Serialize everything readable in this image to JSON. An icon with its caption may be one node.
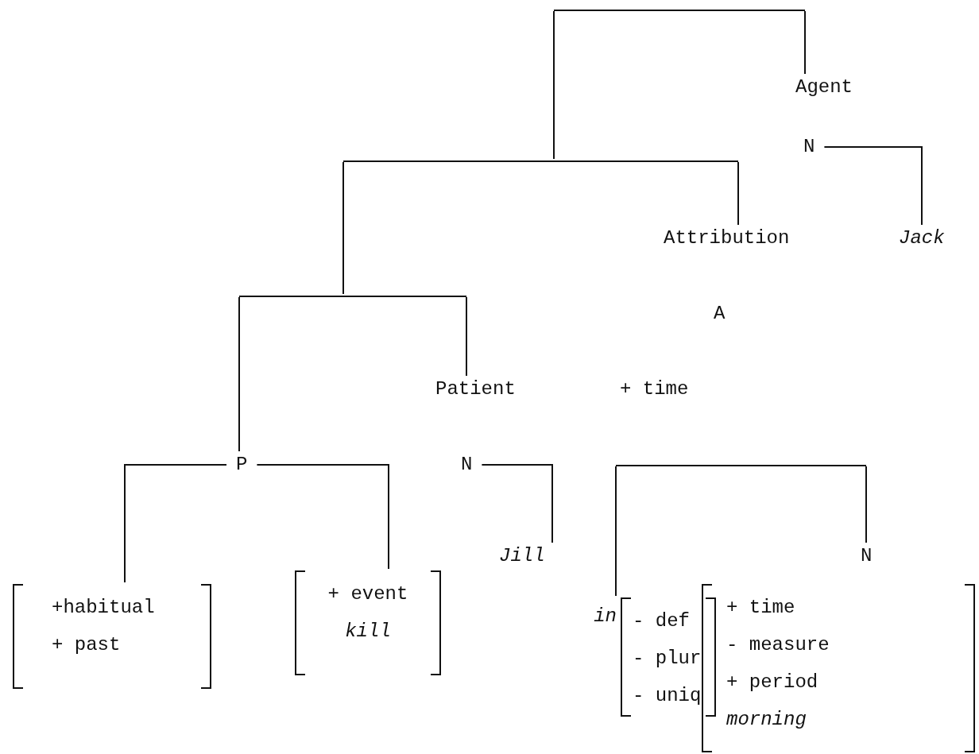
{
  "diagram": {
    "nodes": [
      {
        "text": [],
        "shape": "bar"
      },
      {
        "text": [
          "Agent"
        ]
      },
      {
        "text": [
          "N"
        ]
      },
      {
        "text": [
          "Jack"
        ]
      },
      {
        "text": [],
        "shape": "bar"
      },
      {
        "text": [
          "Attribution"
        ]
      },
      {
        "text": [
          "A"
        ]
      },
      {
        "text": [],
        "shape": "bar"
      },
      {
        "text": [
          "Patient"
        ]
      },
      {
        "text": [
          "+ time"
        ]
      },
      {
        "text": [
          "P"
        ]
      },
      {
        "text": [
          "+habitual",
          "+ past"
        ]
      },
      {
        "text": [
          "+ event",
          "kill"
        ]
      },
      {
        "text": [
          "N"
        ]
      },
      {
        "text": [
          "Jill"
        ]
      },
      {
        "text": [],
        "shape": "bar"
      },
      {
        "text": [
          "N"
        ]
      },
      {
        "text": [
          "- def",
          "- plur",
          "- uniq"
        ],
        "beside": [
          "in"
        ]
      },
      {
        "text": [
          "+ time",
          "- measure",
          "+ period",
          "morning"
        ]
      }
    ],
    "edges": [
      {
        "from": 0,
        "to": 4,
        "arrow": "none"
      },
      {
        "from": 0,
        "to": 1,
        "arrow": "none"
      },
      {
        "from": 4,
        "to": 7,
        "arrow": "none"
      },
      {
        "from": 4,
        "to": 5,
        "arrow": "none"
      },
      {
        "from": 2,
        "to": 3,
        "arrow": "none"
      },
      {
        "from": 7,
        "to": 10,
        "arrow": "none"
      },
      {
        "from": 7,
        "to": 8,
        "arrow": "none"
      },
      {
        "from": 10,
        "to": 11,
        "arrow": "none"
      },
      {
        "from": 10,
        "to": 12,
        "arrow": "none"
      },
      {
        "from": 13,
        "to": 14,
        "arrow": "none"
      },
      {
        "from": 15,
        "to": 17,
        "arrow": "none"
      },
      {
        "from": 15,
        "to": 16,
        "arrow": "none"
      }
    ]
  }
}
